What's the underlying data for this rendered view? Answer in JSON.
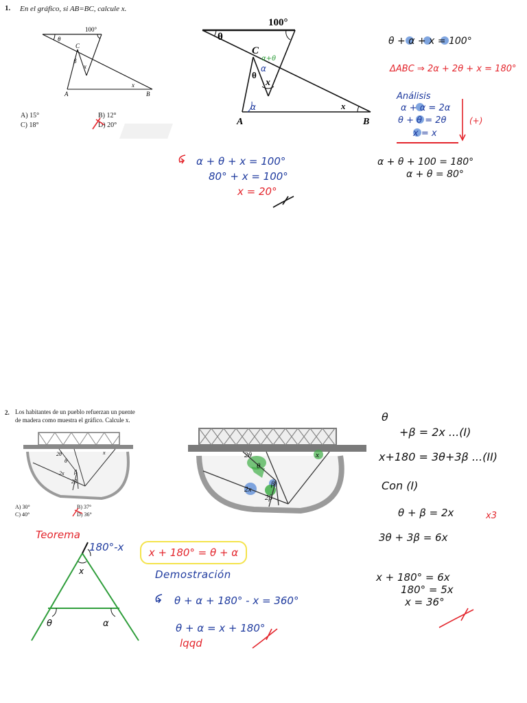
{
  "colors": {
    "ink": "#1a1a1a",
    "blue": "#1e3a9e",
    "red": "#e3242b",
    "green": "#2e9d3a",
    "highlight_blue": "#5f8fd8",
    "highlight_green": "#3fae46",
    "highlight_yellow": "#f4e34a"
  },
  "problem1": {
    "number": "1.",
    "statement": "En el gráfico, si AB=BC, calcule x.",
    "labels": {
      "angle100": "100°",
      "theta": "θ",
      "C": "C",
      "beta": "β",
      "x": "x",
      "A": "A",
      "B": "B"
    },
    "options": [
      {
        "letter": "A)",
        "value": "15°"
      },
      {
        "letter": "B)",
        "value": "12°"
      },
      {
        "letter": "C)",
        "value": "18°"
      },
      {
        "letter": "D)",
        "value": "20°"
      }
    ],
    "big_figure": {
      "angle100": "100°",
      "theta": "θ",
      "C": "C",
      "alpha_plus_theta": "α+θ",
      "theta2": "θ",
      "alpha2": "α",
      "x": "x",
      "alpha": "α",
      "A": "A",
      "B": "B",
      "xB": "x"
    },
    "notes": {
      "line1": "θ + α + x = 100°",
      "line2": "ΔABC ⇒ 2α + 2θ + x = 180°",
      "analysis_title": "Análisis",
      "analysis_rows": [
        "α + α = 2α",
        "θ + θ = 2θ",
        "x = x"
      ],
      "sub": "(+)",
      "side1": "α + θ + 100 = 180°",
      "side2": "α + θ = 80°",
      "sol1": "α + θ + x = 100°",
      "sol2": "80° + x = 100°",
      "sol3": "x = 20°"
    }
  },
  "problem2": {
    "number": "2.",
    "statement": "Los habitantes de un pueblo refuerzan un puente de madera como muestra el gráfico. Calcule x.",
    "labels": {
      "twoTheta": "2θ",
      "theta": "θ",
      "x": "x",
      "twoX": "2x",
      "beta": "β",
      "twoBeta": "2β"
    },
    "options": [
      {
        "letter": "A)",
        "value": "30°"
      },
      {
        "letter": "B)",
        "value": "37°"
      },
      {
        "letter": "C)",
        "value": "40°"
      },
      {
        "letter": "D)",
        "value": "36°"
      }
    ],
    "notes": {
      "theta_mark": "θ",
      "eq1": "+β = 2x ...(I)",
      "eq2": "x+180 = 3θ+3β ...(II)",
      "con": "Con (I)",
      "eq3": "θ + β = 2x",
      "times3": "x3",
      "eq4": "3θ + 3β = 6x",
      "res1": "x + 180° = 6x",
      "res2": "180° = 5x",
      "res3": "x = 36°",
      "theorem": "Teorema",
      "angle_ext": "180°-x",
      "box_eq": "x + 180° = θ + α",
      "demo": "Demostración",
      "demo1": "θ + α + 180° - x = 360°",
      "demo2": "θ + α = x + 180°",
      "lqqd": "lqqd",
      "tri_x": "x",
      "tri_theta": "θ",
      "tri_alpha": "α"
    }
  }
}
